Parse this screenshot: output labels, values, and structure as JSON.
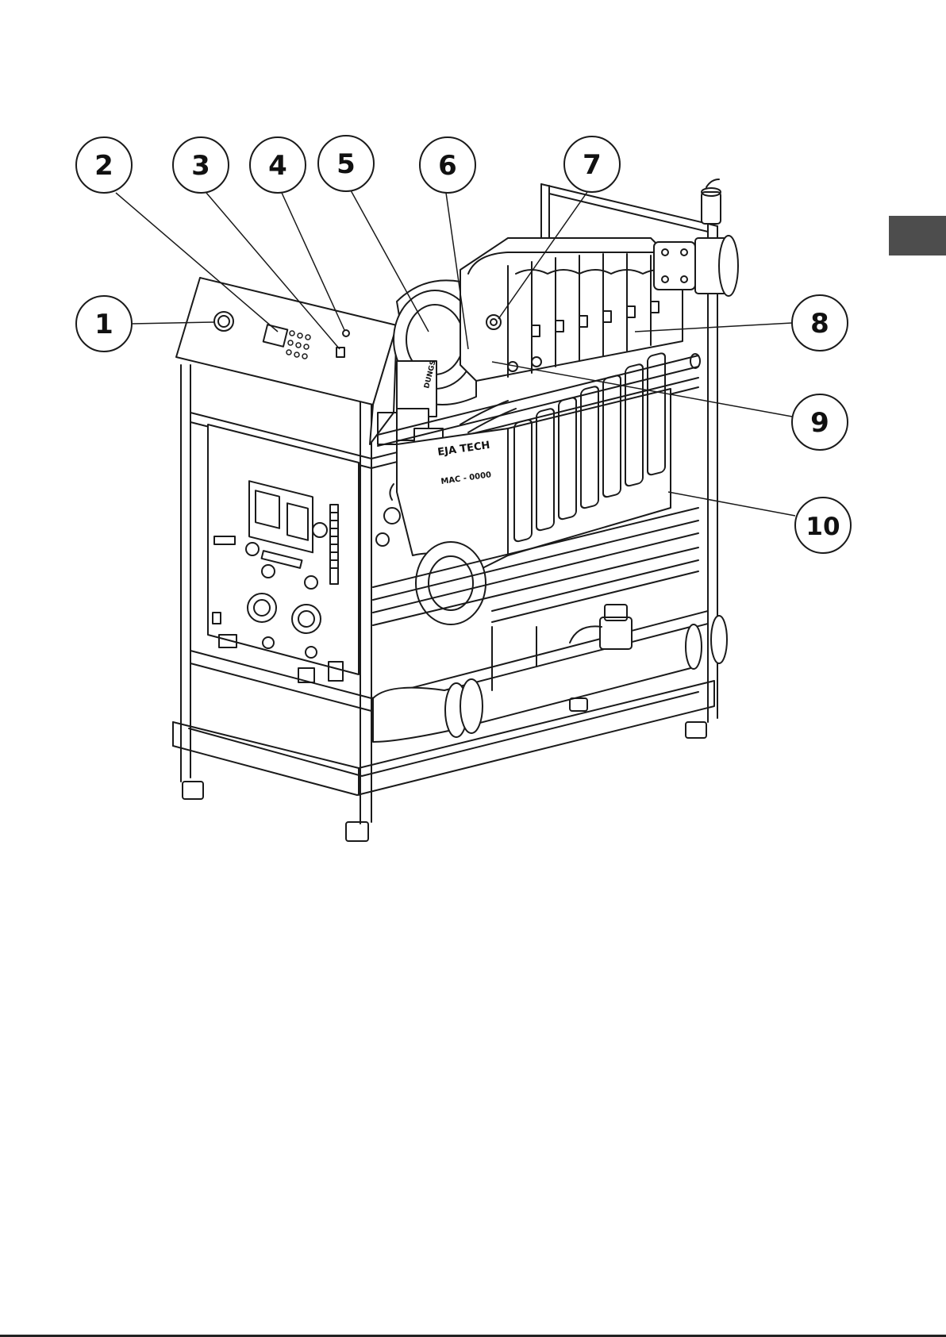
{
  "callouts": [
    "1",
    "2",
    "3",
    "4",
    "5",
    "6",
    "7",
    "8",
    "9",
    "10"
  ],
  "nameplate": {
    "brand": "EJA TECH",
    "model": "MAC - 0000",
    "valve": "DUNGS"
  },
  "colors": {
    "line": "#1a1a1a",
    "tab": "#4d4d4d",
    "rule": "#222222",
    "paper": "#ffffff"
  }
}
